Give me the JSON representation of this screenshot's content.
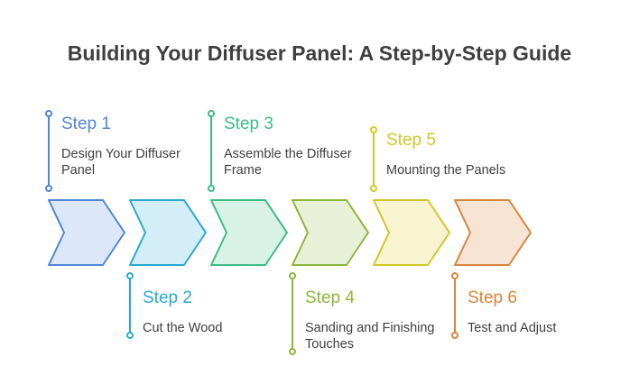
{
  "title": "Building Your Diffuser Panel: A Step-by-Step Guide",
  "steps": [
    {
      "label": "Step 1",
      "description": "Design Your Diffuser Panel",
      "position": "top",
      "color": "#4f86d6",
      "fill": "#dde7fa"
    },
    {
      "label": "Step 2",
      "description": "Cut the Wood",
      "position": "bottom",
      "color": "#29a9cf",
      "fill": "#d4eef8"
    },
    {
      "label": "Step 3",
      "description": "Assemble the Diffuser Frame",
      "position": "top",
      "color": "#3dbb84",
      "fill": "#d8f3e5"
    },
    {
      "label": "Step 4",
      "description": "Sanding and Finishing Touches",
      "position": "bottom",
      "color": "#8cb63c",
      "fill": "#e8f1d8"
    },
    {
      "label": "Step 5",
      "description": "Mounting the Panels",
      "position": "top",
      "color": "#d2c629",
      "fill": "#f8f4d1"
    },
    {
      "label": "Step 6",
      "description": "Test and Adjust",
      "position": "bottom",
      "color": "#d8853a",
      "fill": "#f8e4d4"
    }
  ]
}
